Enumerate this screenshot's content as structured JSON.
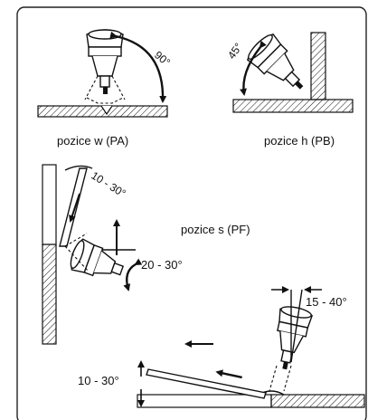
{
  "labels": {
    "pa": "pozice w (PA)",
    "pb": "pozice h (PB)",
    "pf": "pozice s (PF)"
  },
  "angles": {
    "pa_angle": "90°",
    "pb_angle": "45°",
    "pf_tilt": "10 - 30°",
    "pf_angle": "20 - 30°",
    "bottom_tilt": "15 - 40°",
    "bottom_angle": "10 - 30°"
  }
}
